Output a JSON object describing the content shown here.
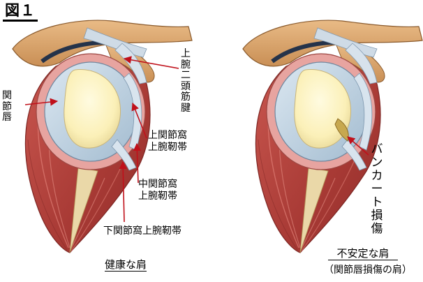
{
  "figure": {
    "title": "図１"
  },
  "left_panel": {
    "caption": "健康な肩",
    "labels": {
      "biceps_tendon": "上腕二頭筋腱",
      "labrum": "関節唇",
      "superior_glenohumeral_ligament": "上関節窩上腕靭帯",
      "middle_glenohumeral_ligament": "中関節窩上腕靭帯",
      "inferior_glenohumeral_ligament": "下関節窩上腕靭帯"
    }
  },
  "right_panel": {
    "caption_line1": "不安定な肩",
    "caption_line2": "（関節唇損傷の肩）",
    "labels": {
      "bankart_lesion": "バンカート損傷"
    }
  },
  "colors": {
    "muscle": "#b9423c",
    "bone": "#d9a46a",
    "cartilage": "#b8cfe0",
    "glenoid_surface": "#fbf0b8",
    "tendon": "#e7d9b0",
    "arrow": "#c0101a"
  }
}
